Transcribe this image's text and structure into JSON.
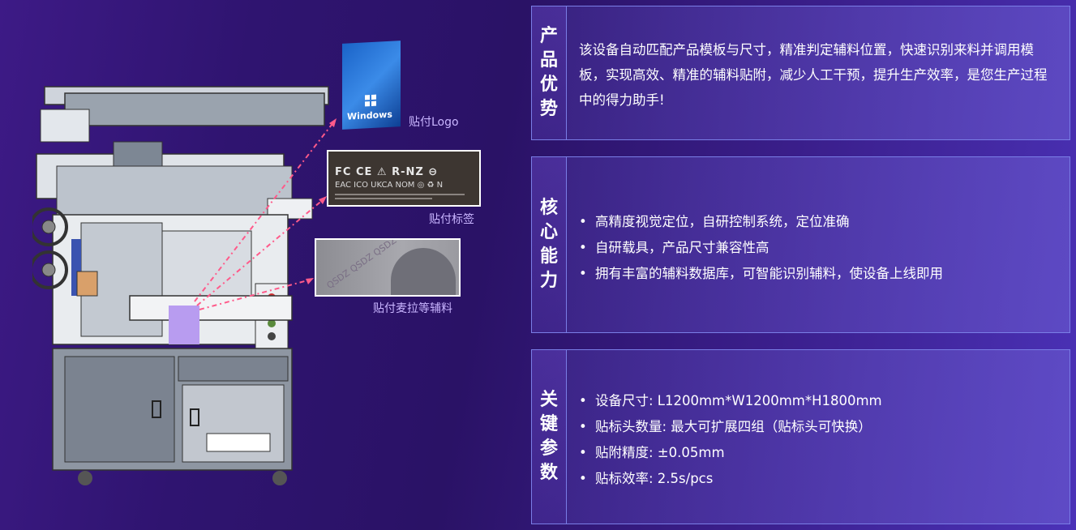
{
  "images": {
    "win_logo_text": "Windows"
  },
  "callouts": {
    "logo": "贴付Logo",
    "label": "贴付标签",
    "mylar": "贴付麦拉等辅料"
  },
  "panels": {
    "advantage": {
      "title": [
        "产",
        "品",
        "优",
        "势"
      ],
      "text": "该设备自动匹配产品模板与尺寸，精准判定辅料位置，快速识别来料并调用模板，实现高效、精准的辅料贴附，减少人工干预，提升生产效率，是您生产过程中的得力助手!"
    },
    "core": {
      "title": [
        "核",
        "心",
        "能",
        "力"
      ],
      "items": [
        "高精度视觉定位，自研控制系统，定位准确",
        "自研载具，产品尺寸兼容性高",
        "拥有丰富的辅料数据库，可智能识别辅料，使设备上线即用"
      ]
    },
    "params": {
      "title": [
        "关",
        "键",
        "参",
        "数"
      ],
      "items": [
        "设备尺寸: L1200mm*W1200mm*H1800mm",
        "贴标头数量: 最大可扩展四组（贴标头可快换）",
        "贴附精度: ±0.05mm",
        "贴标效率: 2.5s/pcs"
      ]
    }
  },
  "colors": {
    "accent": "#7a7ee6",
    "dash": "#ff5a8a",
    "highlight": "#b89cf0"
  }
}
